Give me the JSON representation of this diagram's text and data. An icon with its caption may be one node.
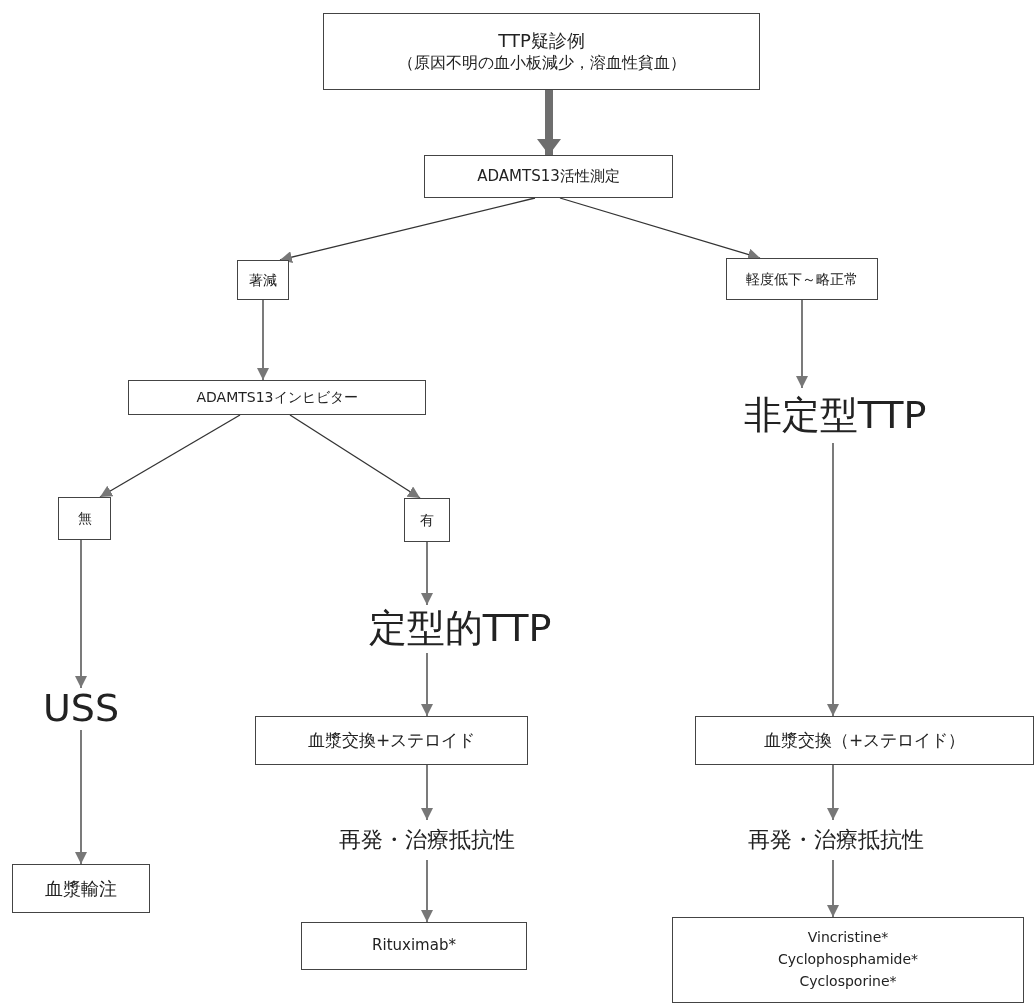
{
  "diagram": {
    "nodes": [
      {
        "text": [
          "TTP疑診例",
          "（原因不明の血小板減少，溶血性貧血）"
        ]
      },
      {
        "text": [
          "ADAMTS13活性測定"
        ]
      },
      {
        "text": [
          "著減"
        ]
      },
      {
        "text": [
          "軽度低下～略正常"
        ]
      },
      {
        "text": [
          "ADAMTS13インヒビター"
        ]
      },
      {
        "text": [
          "非定型TTP"
        ]
      },
      {
        "text": [
          "無"
        ]
      },
      {
        "text": [
          "有"
        ]
      },
      {
        "text": [
          "定型的TTP"
        ]
      },
      {
        "text": [
          "USS"
        ]
      },
      {
        "text": [
          "血漿交換+ステロイド"
        ]
      },
      {
        "text": [
          "血漿交換（+ステロイド）"
        ]
      },
      {
        "text": [
          "再発・治療抵抗性"
        ]
      },
      {
        "text": [
          "再発・治療抵抗性"
        ]
      },
      {
        "text": [
          "血漿輸注"
        ]
      },
      {
        "text": [
          "Rituximab*"
        ]
      },
      {
        "text": [
          "Vincristine* Cyclophosphamide* Cyclosporine*"
        ]
      }
    ],
    "edges": [
      {
        "from": 0,
        "to": 1,
        "arrow": "to",
        "style": "thick",
        "color": "#6e6e6e"
      },
      {
        "from": 1,
        "to": 2,
        "arrow": "to"
      },
      {
        "from": 1,
        "to": 3,
        "arrow": "to"
      },
      {
        "from": 2,
        "to": 4,
        "arrow": "to"
      },
      {
        "from": 3,
        "to": 5,
        "arrow": "to"
      },
      {
        "from": 4,
        "to": 6,
        "arrow": "to"
      },
      {
        "from": 4,
        "to": 7,
        "arrow": "to"
      },
      {
        "from": 6,
        "to": 9,
        "arrow": "to"
      },
      {
        "from": 9,
        "to": 14,
        "arrow": "to"
      },
      {
        "from": 7,
        "to": 8,
        "arrow": "to"
      },
      {
        "from": 8,
        "to": 10,
        "arrow": "to"
      },
      {
        "from": 10,
        "to": 12,
        "arrow": "to"
      },
      {
        "from": 12,
        "to": 15,
        "arrow": "to"
      },
      {
        "from": 5,
        "to": 11,
        "arrow": "to"
      },
      {
        "from": 11,
        "to": 13,
        "arrow": "to"
      },
      {
        "from": 13,
        "to": 16,
        "arrow": "to"
      }
    ]
  }
}
